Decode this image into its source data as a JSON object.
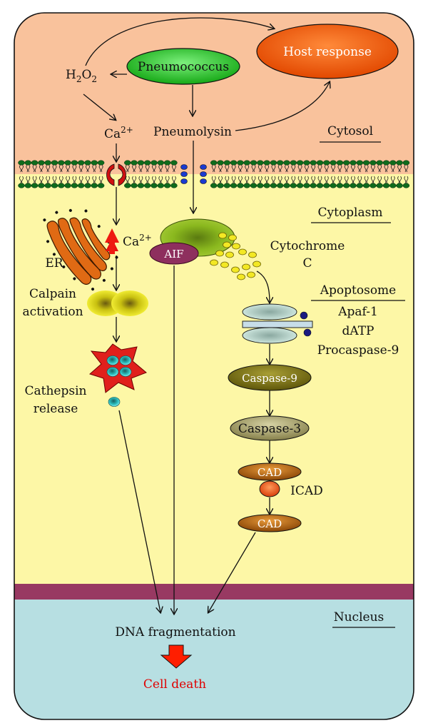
{
  "labels": {
    "pneumococcus": "Pneumococcus",
    "host_response": "Host response",
    "h2o2_main": "H",
    "h2o2_sub1": "2",
    "h2o2_mid": "O",
    "h2o2_sub2": "2",
    "ca_top": "Ca",
    "ca_top_sup": "2+",
    "pneumolysin": "Pneumolysin",
    "cytosol": "Cytosol",
    "cytoplasm": "Cytoplasm",
    "er": "ER",
    "ca_mid": "Ca",
    "ca_mid_sup": "2+",
    "aif": "AIF",
    "cytochrome": "Cytochrome",
    "cytochrome_c": "C",
    "calpain_line1": "Calpain",
    "calpain_line2": "activation",
    "apoptosome": "Apoptosome",
    "apaf1": "Apaf-1",
    "datp": "dATP",
    "procaspase9": "Procaspase-9",
    "caspase9": "Caspase-9",
    "caspase3": "Caspase-3",
    "cathepsin_line1": "Cathepsin",
    "cathepsin_line2": "release",
    "cad_top": "CAD",
    "icad": "ICAD",
    "cad_bottom": "CAD",
    "nucleus": "Nucleus",
    "dna_fragmentation": "DNA fragmentation",
    "cell_death": "Cell death"
  },
  "colors": {
    "cytosol": "#f9c29c",
    "cytoplasm": "#fdf7a6",
    "nuclear_envelope": "#983962",
    "nucleus": "#b7dfe2",
    "pneumococcus": "#2ecc2e",
    "host_response": "#ff5a0a",
    "aif": "#8e2f5e",
    "caspase9": "#7a7016",
    "caspase3": "#9f9a62",
    "cad": "#b35f0b",
    "icad": "#ee5a1a",
    "cell_death_arrow": "#ff1e00",
    "lysosome": "#e0201c",
    "granule": "#2abcbc",
    "mitochondrion": "#8ab81e",
    "calpain": "#f4ef1e",
    "cytochrome_dots": "#f3e824"
  }
}
